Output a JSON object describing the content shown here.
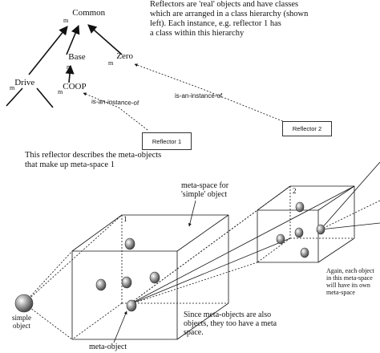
{
  "hierarchy": {
    "common": {
      "prefix": "m",
      "label": "Common"
    },
    "base": {
      "prefix": "m",
      "label": "Base"
    },
    "zero": {
      "prefix": "m",
      "label": "Zero"
    },
    "drive": {
      "prefix": "m",
      "label": "Drive"
    },
    "coop": {
      "prefix": "m",
      "label": "COOP"
    }
  },
  "top_note": [
    "Reflectors are 'real' objects and have classes",
    "which are arranged in a class hierarchy (shown",
    "left). Each instance, e.g. reflector 1  has",
    "a class within this hierarchy"
  ],
  "relations": {
    "instance_of_1": "is-an-instance-of",
    "instance_of_2": "is-an-instance-of"
  },
  "reflectors": {
    "reflector_1": "Reflector 1",
    "reflector_2": "Reflector 2"
  },
  "reflector_note": [
    "This reflector describes the meta-objects",
    "that make up meta-space 1"
  ],
  "meta_space": {
    "callout": [
      "meta-space for",
      "'simple' object"
    ],
    "box1_number": "1",
    "box2_number": "2"
  },
  "objects": {
    "simple_object": [
      "simple",
      "object"
    ],
    "meta_object": "meta-object"
  },
  "notes": {
    "meta_objects": [
      "Since meta-objects are also",
      "objects, they too have a meta",
      "space."
    ],
    "again": [
      "Again, each object",
      "in this meta-space",
      "will have its own",
      "meta-space"
    ]
  }
}
